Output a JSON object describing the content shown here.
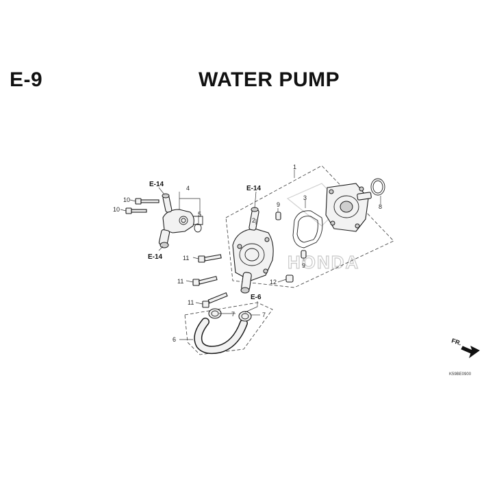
{
  "header": {
    "section_code": "E-9",
    "title": "WATER PUMP"
  },
  "diagram": {
    "watermark": "HONDA",
    "reference_labels": {
      "left_top": "E-14",
      "left_bottom": "E-14",
      "pump_top": "E-14",
      "hose": "E-6"
    },
    "callouts": {
      "c1": "1",
      "c2": "2",
      "c3": "3",
      "c4": "4",
      "c5": "5",
      "c6": "6",
      "c7a": "7",
      "c7b": "7",
      "c8": "8",
      "c9a": "9",
      "c9b": "9",
      "c10a": "10",
      "c10b": "10",
      "c11a": "11",
      "c11b": "11",
      "c11c": "11",
      "c12": "12"
    },
    "direction_label": "FR.",
    "diagram_code": "K59BE0900"
  }
}
